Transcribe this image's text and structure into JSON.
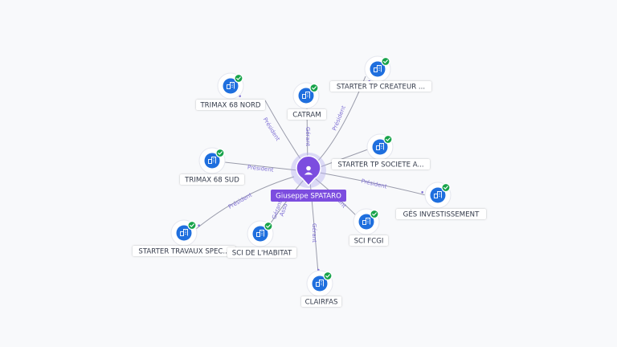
{
  "center": {
    "name": "Giuseppe SPATARO",
    "icon": "person-icon",
    "color": "#7c4ddf"
  },
  "companies": [
    {
      "id": "trimax68nord",
      "label": "TRIMAX 68 NORD",
      "role": "Président",
      "icon": "company-icon",
      "verified": true
    },
    {
      "id": "catram",
      "label": "CATRAM",
      "role": "Gérant",
      "icon": "company-icon",
      "verified": true
    },
    {
      "id": "startertpcreateur",
      "label": "STARTER TP CREATEUR ...",
      "role": "Président",
      "icon": "company-icon",
      "verified": true
    },
    {
      "id": "startertpsociete",
      "label": "STARTER TP SOCIETE A...",
      "role": "",
      "icon": "company-icon",
      "verified": true
    },
    {
      "id": "trimax68sud",
      "label": "TRIMAX 68 SUD",
      "role": "Président",
      "icon": "company-icon",
      "verified": true
    },
    {
      "id": "gesinvest",
      "label": "GÉS INVESTISSEMENT",
      "role": "Président",
      "icon": "company-icon",
      "verified": true
    },
    {
      "id": "scifcgi",
      "label": "SCI FCGI",
      "role": "Gérant",
      "icon": "company-icon",
      "verified": true
    },
    {
      "id": "startertravaux",
      "label": "STARTER TRAVAUX SPEC...",
      "role": "Président",
      "icon": "company-icon",
      "verified": true
    },
    {
      "id": "scidelhabitat",
      "label": "SCI DE L'HABITAT",
      "role": "Gérant",
      "role2": "Asso",
      "icon": "company-icon",
      "verified": true
    },
    {
      "id": "clairfas",
      "label": "CLAIRFAS",
      "role": "Gérant",
      "icon": "company-icon",
      "verified": true
    }
  ],
  "colors": {
    "background": "#f8f9fb",
    "node": "#1f6fde",
    "verified": "#17a34a",
    "edge": "#9a9cab",
    "edge_label": "#7e6fd4"
  }
}
